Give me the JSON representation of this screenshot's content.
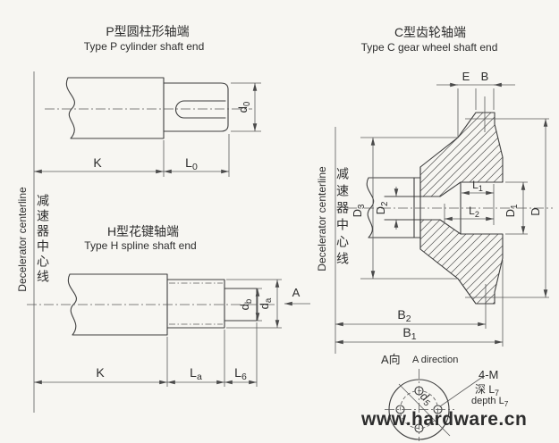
{
  "background": "#f7f6f2",
  "ink": "#3f3f3f",
  "watermark": {
    "text": "www.hardware.cn",
    "color": "#2f63c9"
  },
  "centerline_label": {
    "en": "Decelerator centerline",
    "zh": "减速器中心线"
  },
  "sections": {
    "p": {
      "title_zh": "P型圆柱形轴端",
      "title_en": "Type P cylinder shaft end",
      "dims": {
        "K": "K",
        "L0": {
          "b": "L",
          "s": "0"
        },
        "d0": {
          "b": "d",
          "s": "0"
        }
      }
    },
    "h": {
      "title_zh": "H型花键轴端",
      "title_en": "Type H spline shaft end",
      "dims": {
        "K": "K",
        "La": {
          "b": "L",
          "s": "a"
        },
        "L6": {
          "b": "L",
          "s": "6"
        },
        "db": {
          "b": "d",
          "s": "b"
        },
        "da": {
          "b": "d",
          "s": "a"
        },
        "A": "A"
      }
    },
    "c": {
      "title_zh": "C型齿轮轴端",
      "title_en": "Type C gear wheel shaft end",
      "dims": {
        "E": "E",
        "B": "B",
        "D": "D",
        "D1": {
          "b": "D",
          "s": "1"
        },
        "D2": {
          "b": "D",
          "s": "2"
        },
        "D3": {
          "b": "D",
          "s": "3"
        },
        "L1": {
          "b": "L",
          "s": "1"
        },
        "L2": {
          "b": "L",
          "s": "2"
        },
        "B1": {
          "b": "B",
          "s": "1"
        },
        "B2": {
          "b": "B",
          "s": "2"
        }
      }
    },
    "a_view": {
      "label_zh": "A向",
      "label_en": "A direction",
      "thread": "4-M",
      "depth_zh": {
        "b": "深 L",
        "s": "7"
      },
      "depth_en": {
        "b": "depth L",
        "s": "7"
      },
      "d5": {
        "b": "d",
        "s": "5"
      }
    }
  }
}
